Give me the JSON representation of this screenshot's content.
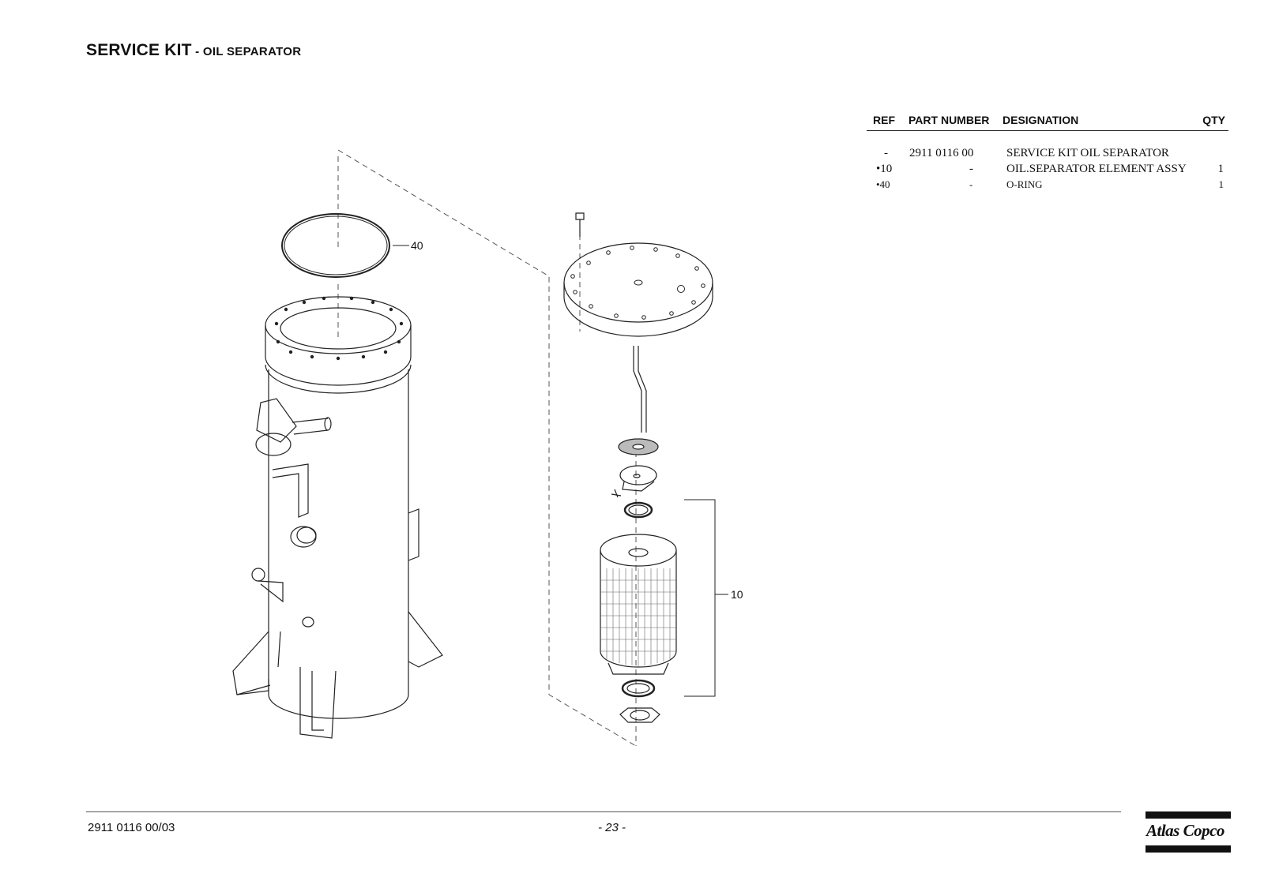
{
  "header": {
    "title_main": "SERVICE KIT",
    "title_sub": "- OIL SEPARATOR"
  },
  "parts_table": {
    "columns": [
      "REF",
      "PART NUMBER",
      "DESIGNATION",
      "QTY"
    ],
    "rows": [
      {
        "ref": "-",
        "part_number": "2911 0116 00",
        "designation": "SERVICE KIT OIL SEPARATOR",
        "qty": ""
      },
      {
        "ref": "•10",
        "part_number": "-",
        "designation": "OIL.SEPARATOR ELEMENT ASSY",
        "qty": "1"
      },
      {
        "ref": "•40",
        "part_number": "-",
        "designation": "O-RING",
        "qty": "1"
      }
    ]
  },
  "drawing": {
    "callouts": [
      "40",
      "10"
    ]
  },
  "footer": {
    "doc_number": "2911 0116 00/03",
    "page_number": "- 23 -",
    "logo_text": "Atlas Copco"
  }
}
